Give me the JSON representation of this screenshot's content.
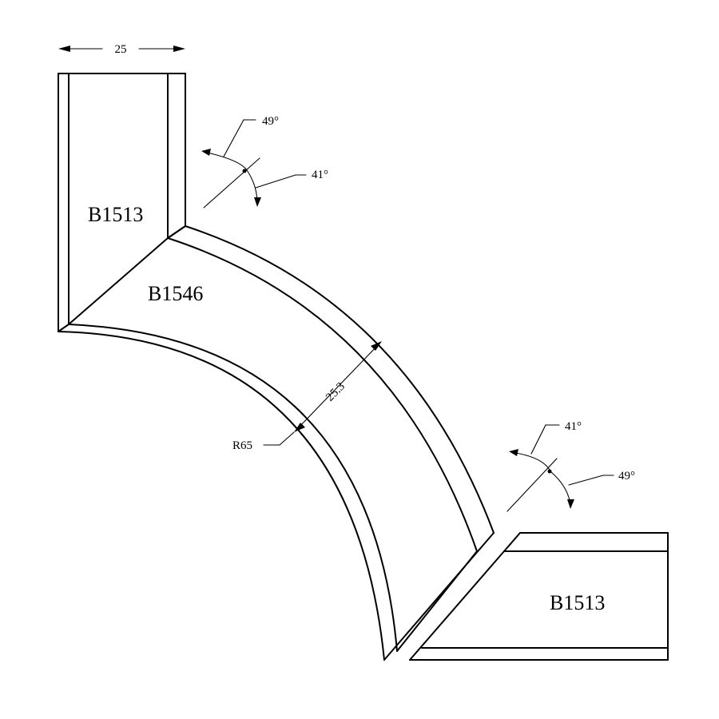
{
  "parts": {
    "top_channel": "B1513",
    "bend": "B1546",
    "bottom_channel": "B1513"
  },
  "dimensions": {
    "width": "25",
    "bend_width": "25.3",
    "radius": "R65",
    "top_angle_upper": "49°",
    "top_angle_lower": "41°",
    "bottom_angle_upper": "41°",
    "bottom_angle_lower": "49°"
  }
}
